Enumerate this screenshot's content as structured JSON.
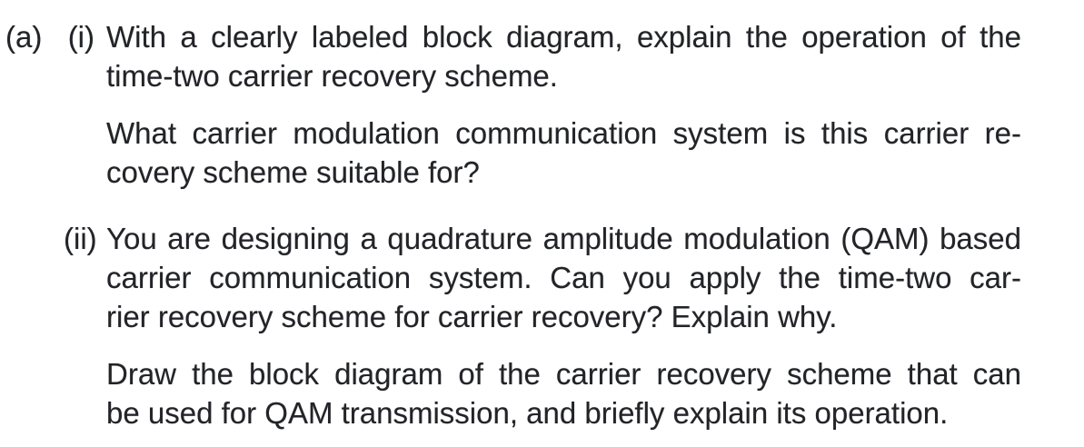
{
  "page": {
    "background_color": "#ffffff",
    "text_color": "#232428"
  },
  "question": {
    "part_label": "(a)",
    "subparts": [
      {
        "label": "(i)",
        "paragraphs": [
          {
            "lines": [
              "With a clearly labeled block diagram, explain the operation of the",
              "time-two carrier recovery scheme."
            ]
          },
          {
            "lines": [
              "What carrier modulation communication system is this carrier re-",
              "covery scheme suitable for?"
            ]
          }
        ]
      },
      {
        "label": "(ii)",
        "paragraphs": [
          {
            "lines": [
              "You are designing a quadrature amplitude modulation (QAM) based",
              "carrier communication system. Can you apply the time-two car-",
              "rier recovery scheme for carrier recovery? Explain why."
            ]
          },
          {
            "lines": [
              "Draw the block diagram of the carrier recovery scheme that can",
              "be used for QAM transmission, and briefly explain its operation."
            ]
          }
        ]
      }
    ]
  }
}
